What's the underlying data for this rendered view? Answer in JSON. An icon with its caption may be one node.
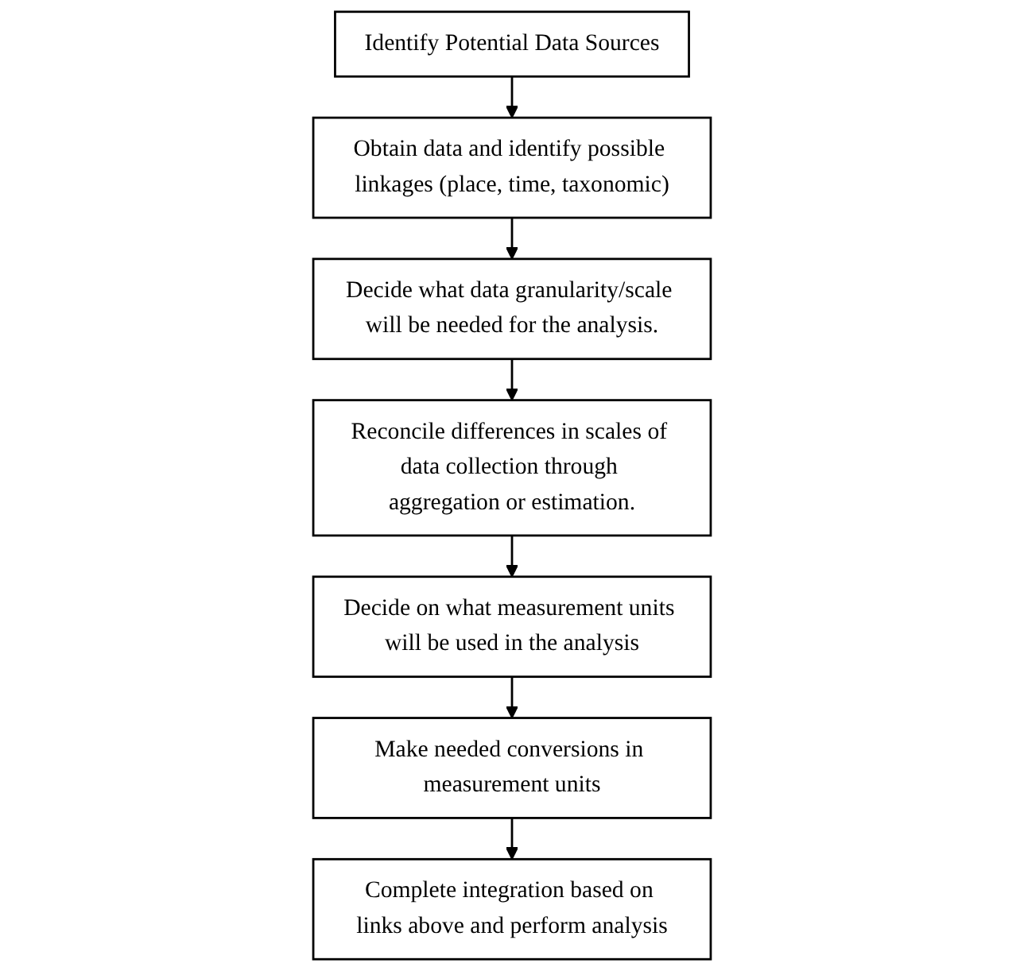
{
  "diagram": {
    "nodes": [
      {
        "text": [
          "Identify Potential Data Sources"
        ]
      },
      {
        "text": [
          "Obtain data and identify possible linkages (place, time, taxonomic)"
        ]
      },
      {
        "text": [
          "Decide what data granularity/scale will be needed for the analysis."
        ]
      },
      {
        "text": [
          "Reconcile differences in scales of data collection through aggregation or estimation."
        ]
      },
      {
        "text": [
          "Decide on what measurement units will be used in the analysis"
        ]
      },
      {
        "text": [
          "Make needed conversions in measurement units"
        ]
      },
      {
        "text": [
          "Complete integration based on links above and perform analysis"
        ]
      }
    ],
    "edges": [
      {
        "from": 0,
        "to": 1,
        "arrow": "to"
      },
      {
        "from": 1,
        "to": 2,
        "arrow": "to"
      },
      {
        "from": 2,
        "to": 3,
        "arrow": "to"
      },
      {
        "from": 3,
        "to": 4,
        "arrow": "to"
      },
      {
        "from": 4,
        "to": 5,
        "arrow": "to"
      },
      {
        "from": 5,
        "to": 6,
        "arrow": "to"
      }
    ]
  }
}
